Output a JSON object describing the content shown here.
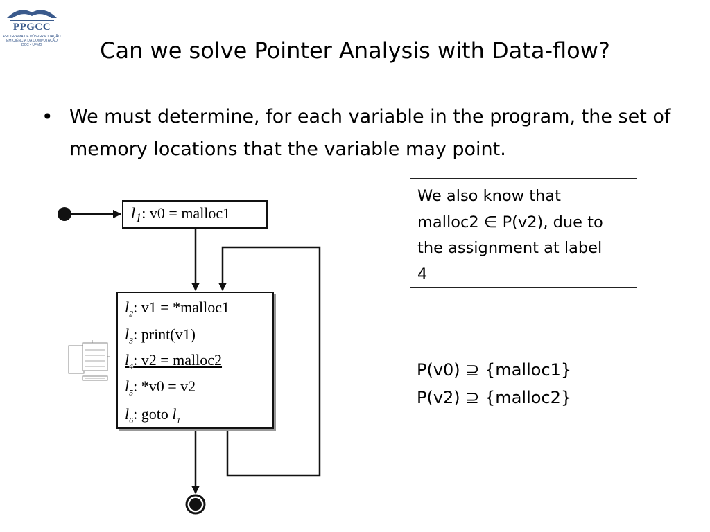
{
  "logo": {
    "title": "PPGCC",
    "lines": [
      "PROGRAMA DE PÓS-GRADUAÇÃO",
      "EM CIÊNCIA DA COMPUTAÇÃO",
      "DCC • UFMG"
    ]
  },
  "slide": {
    "title": "Can we solve Pointer Analysis with Data-flow?",
    "bullet_symbol": "•",
    "bullet_text": "We must determine, for each variable in the program, the set of memory locations that the variable may point.",
    "note": "We also know that\nmalloc2 ∈ P(v2), due to\nthe assignment at label\n4",
    "constraints": [
      "P(v0) ⊇ {malloc1}",
      "P(v2) ⊇ {malloc2}"
    ]
  },
  "diagram": {
    "label_prefix": "l",
    "l1": {
      "num": "1",
      "code": ": v0 = malloc1"
    },
    "block": [
      {
        "num": "2",
        "code": ": v1 = *malloc1"
      },
      {
        "num": "3",
        "code": ": print(v1)"
      },
      {
        "num": "4",
        "code": ": v2 = malloc2"
      },
      {
        "num": "5",
        "code": ": *v0 = v2"
      },
      {
        "num": "6",
        "code": ": goto ",
        "target": "1"
      }
    ]
  },
  "colors": {
    "text": "#000000",
    "logo_blue": "#3a5a8c",
    "diagram_ink": "#111111"
  }
}
